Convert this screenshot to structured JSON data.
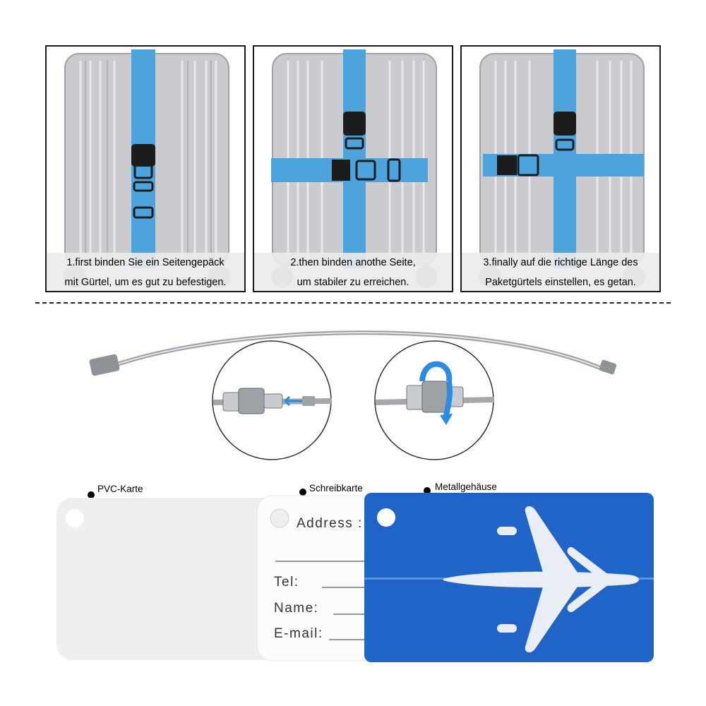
{
  "steps": [
    {
      "line1": "1.first binden Sie ein Seitengepäck",
      "line2": "mit Gürtel, um es gut zu befestigen."
    },
    {
      "line1": "2.then binden anothe Seite,",
      "line2": "um stabiler zu erreichen."
    },
    {
      "line1": "3.finally auf die richtige Länge des",
      "line2": "Paketgürtels einstellen, es getan."
    }
  ],
  "tags": {
    "pvc_label": "PVC-Karte",
    "write_label": "Schreibkarte",
    "metal_label": "Metallgehäuse"
  },
  "write_card": {
    "address": "Address :",
    "tel": "Tel:",
    "name": "Name:",
    "email": "E-mail:"
  },
  "colors": {
    "strap": "#4da3dc",
    "suitcase": "#c9cbce",
    "metal_tag": "#1f64c6",
    "buckle": "#1c1c1c"
  },
  "icons": [
    "suitcase-icon",
    "luggage-strap-icon",
    "buckle-icon",
    "steel-cable-icon",
    "airplane-icon",
    "screw-arrow-icon",
    "twist-arrow-icon"
  ]
}
